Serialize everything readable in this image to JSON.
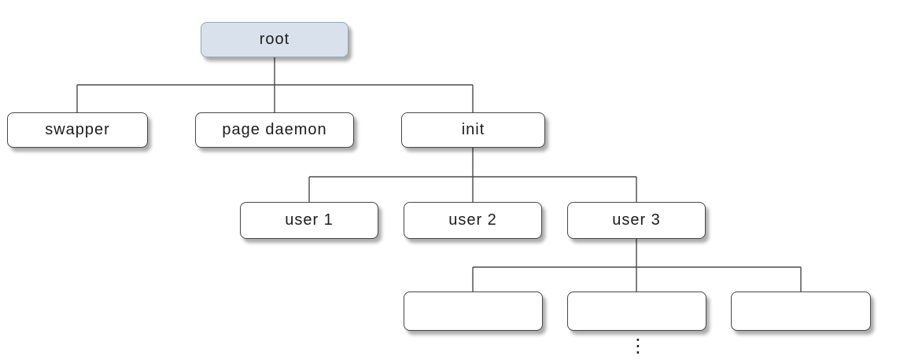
{
  "diagram": {
    "type": "tree",
    "description": "Process tree diagram",
    "nodes": {
      "root": {
        "label": "root"
      },
      "swapper": {
        "label": "swapper"
      },
      "page_daemon": {
        "label": "page daemon"
      },
      "init": {
        "label": "init"
      },
      "user1": {
        "label": "user 1"
      },
      "user2": {
        "label": "user 2"
      },
      "user3": {
        "label": "user 3"
      },
      "child1": {
        "label": ""
      },
      "child2": {
        "label": ""
      },
      "child3": {
        "label": ""
      }
    },
    "edges": [
      {
        "from": "root",
        "to": "swapper"
      },
      {
        "from": "root",
        "to": "page_daemon"
      },
      {
        "from": "root",
        "to": "init"
      },
      {
        "from": "init",
        "to": "user1"
      },
      {
        "from": "init",
        "to": "user2"
      },
      {
        "from": "init",
        "to": "user3"
      },
      {
        "from": "user3",
        "to": "child1"
      },
      {
        "from": "user3",
        "to": "child2"
      },
      {
        "from": "user3",
        "to": "child3"
      }
    ],
    "ellipsis": "⋮",
    "colors": {
      "root_fill": "#d9e2ec",
      "root_border": "#97a5b2",
      "node_fill": "#ffffff",
      "node_border": "#474747",
      "line": "#4a4a4a"
    }
  }
}
